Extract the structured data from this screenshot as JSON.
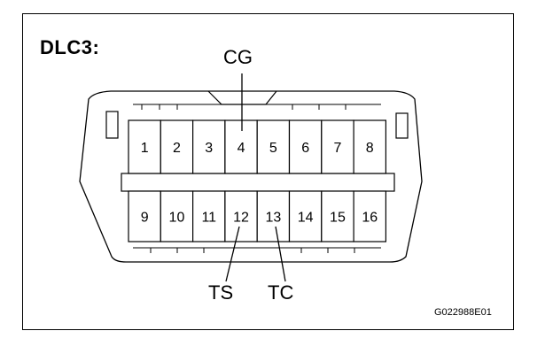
{
  "title": "DLC3:",
  "figure_id": "G022988E01",
  "callouts": {
    "cg": "CG",
    "ts": "TS",
    "tc": "TC"
  },
  "top_pins": [
    "1",
    "2",
    "3",
    "4",
    "5",
    "6",
    "7",
    "8"
  ],
  "bottom_pins": [
    "9",
    "10",
    "11",
    "12",
    "13",
    "14",
    "15",
    "16"
  ]
}
